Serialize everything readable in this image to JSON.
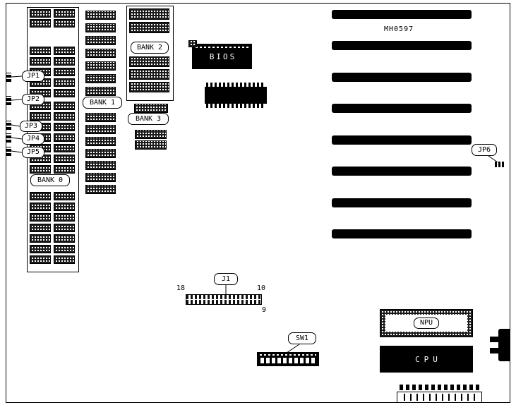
{
  "board": {
    "model_number": "MH0597",
    "ink_color": "#000000",
    "paper_color": "#ffffff",
    "callouts": {
      "jp1": "JP1",
      "jp2": "JP2",
      "jp3": "JP3",
      "jp4": "JP4",
      "jp5": "JP5",
      "jp6": "JP6",
      "bank0": "BANK 0",
      "bank1": "BANK 1",
      "bank2": "BANK 2",
      "bank3": "BANK 3",
      "j1": "J1",
      "sw1": "SW1",
      "npu": "NPU"
    },
    "chip_labels": {
      "bios": "BIOS",
      "cpu": "CPU"
    },
    "j1_pin_numbers": {
      "top_left": "18",
      "top_right": "10",
      "bottom_right": "9"
    }
  }
}
